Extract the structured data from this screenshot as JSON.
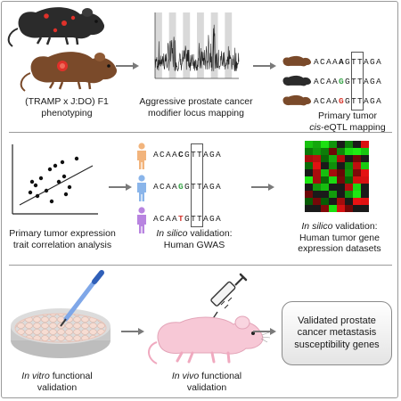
{
  "row1": {
    "mice_label_line1": "(TRAMP x J:DO) F1",
    "mice_label_line2": "phenotyping",
    "locus_label_line1": "Aggressive prostate cancer",
    "locus_label_line2": "modifier locus mapping",
    "eqtl_label_line1": "Primary tumor",
    "eqtl_label_line2_italic": "cis",
    "eqtl_label_line2_rest": "-eQTL mapping",
    "sequences": [
      {
        "left": "ACAA",
        "variant": "A",
        "right": "GTTAGA",
        "variant_color": "#1a1a1a"
      },
      {
        "left": "ACAA",
        "variant": "G",
        "right": "GTTAGA",
        "variant_color": "#3aa64a"
      },
      {
        "left": "ACAA",
        "variant": "G",
        "right": "GTTAGA",
        "variant_color": "#d8382f"
      }
    ]
  },
  "row2": {
    "scatter_label_line1": "Primary tumor expression",
    "scatter_label_line2": "trait correlation analysis",
    "gwas_label_line1_italic": "In silico",
    "gwas_label_line1_rest": " validation:",
    "gwas_label_line2": "Human GWAS",
    "heatmap_label_line1_italic": "In silico",
    "heatmap_label_line1_rest": " validation:",
    "heatmap_label_line2": "Human tumor gene",
    "heatmap_label_line3": "expression datasets",
    "sequences": [
      {
        "left": "ACAA",
        "variant": "C",
        "right": "GTTAGA",
        "variant_color": "#1a1a1a",
        "person_color": "#f2b47c"
      },
      {
        "left": "ACAA",
        "variant": "G",
        "right": "GTTAGA",
        "variant_color": "#3aa64a",
        "person_color": "#8ab5ea"
      },
      {
        "left": "ACAA",
        "variant": "T",
        "right": "GTTAGA",
        "variant_color": "#d8382f",
        "person_color": "#b884e0"
      }
    ]
  },
  "row3": {
    "vitro_label_line1_italic": "In vitro",
    "vitro_label_line1_rest": " functional",
    "vitro_label_line2": "validation",
    "vivo_label_line1_italic": "In vivo",
    "vivo_label_line1_rest": " functional",
    "vivo_label_line2": "validation",
    "result_line1": "Validated prostate",
    "result_line2": "cancer metastasis",
    "result_line3": "susceptibility genes"
  },
  "colors": {
    "mouse_brown": "#7a4a2a",
    "mouse_black": "#2b2b2b",
    "mouse_pink": "#f7c8d6",
    "tumor_red": "#e0312a",
    "arrow_gray": "#7a7a7a"
  }
}
